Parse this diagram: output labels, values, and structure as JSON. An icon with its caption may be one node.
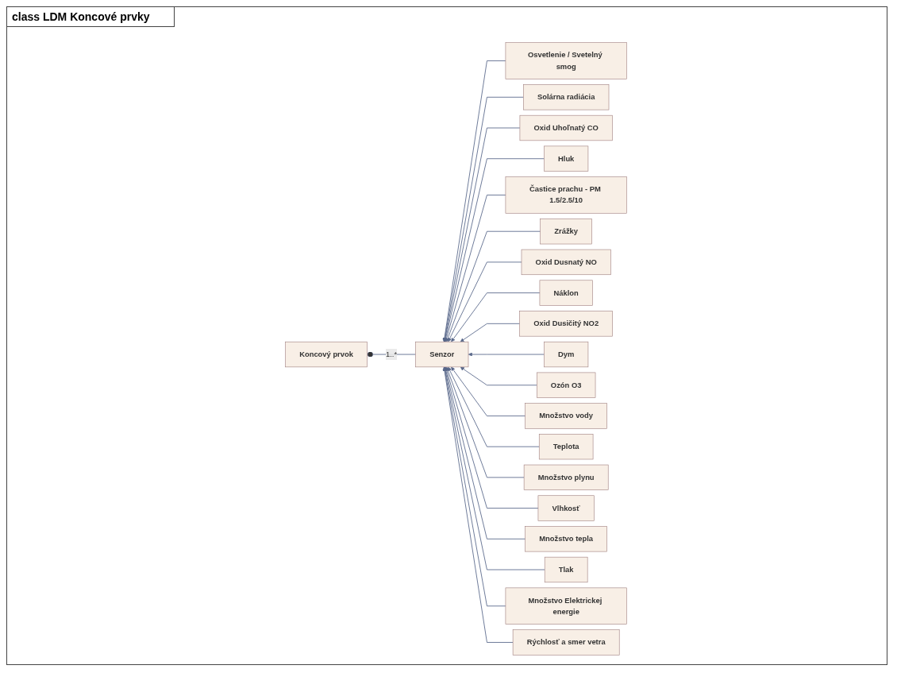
{
  "diagram": {
    "title": "class LDM Koncové prvky",
    "nodes": [
      {
        "text": [
          "Koncový prvok"
        ]
      },
      {
        "text": [
          "Senzor"
        ]
      },
      {
        "text": [
          "Osvetlenie / Svetelný smog"
        ]
      },
      {
        "text": [
          "Solárna radiácia"
        ]
      },
      {
        "text": [
          "Oxid Uhoľnatý CO"
        ]
      },
      {
        "text": [
          "Hluk"
        ]
      },
      {
        "text": [
          "Častice prachu - PM 1.5/2.5/10"
        ]
      },
      {
        "text": [
          "Zrážky"
        ]
      },
      {
        "text": [
          "Oxid Dusnatý NO"
        ]
      },
      {
        "text": [
          "Náklon"
        ]
      },
      {
        "text": [
          "Oxid Dusičitý NO2"
        ]
      },
      {
        "text": [
          "Dym"
        ]
      },
      {
        "text": [
          "Ozón O3"
        ]
      },
      {
        "text": [
          "Množstvo vody"
        ]
      },
      {
        "text": [
          "Teplota"
        ]
      },
      {
        "text": [
          "Množstvo plynu"
        ]
      },
      {
        "text": [
          "Vlhkosť"
        ]
      },
      {
        "text": [
          "Množstvo tepla"
        ]
      },
      {
        "text": [
          "Tlak"
        ]
      },
      {
        "text": [
          "Množstvo Elektrickej energie"
        ]
      },
      {
        "text": [
          "Rýchlosť a smer vetra"
        ]
      }
    ],
    "edges": [
      {
        "from": 1,
        "to": 0,
        "arrow": "other",
        "label": "1..*"
      },
      {
        "from": 2,
        "to": 1,
        "arrow": "to"
      },
      {
        "from": 3,
        "to": 1,
        "arrow": "to"
      },
      {
        "from": 4,
        "to": 1,
        "arrow": "to"
      },
      {
        "from": 5,
        "to": 1,
        "arrow": "to"
      },
      {
        "from": 6,
        "to": 1,
        "arrow": "to"
      },
      {
        "from": 7,
        "to": 1,
        "arrow": "to"
      },
      {
        "from": 8,
        "to": 1,
        "arrow": "to"
      },
      {
        "from": 9,
        "to": 1,
        "arrow": "to"
      },
      {
        "from": 10,
        "to": 1,
        "arrow": "to"
      },
      {
        "from": 11,
        "to": 1,
        "arrow": "to"
      },
      {
        "from": 12,
        "to": 1,
        "arrow": "to"
      },
      {
        "from": 13,
        "to": 1,
        "arrow": "to"
      },
      {
        "from": 14,
        "to": 1,
        "arrow": "to"
      },
      {
        "from": 15,
        "to": 1,
        "arrow": "to"
      },
      {
        "from": 16,
        "to": 1,
        "arrow": "to"
      },
      {
        "from": 17,
        "to": 1,
        "arrow": "to"
      },
      {
        "from": 18,
        "to": 1,
        "arrow": "to"
      },
      {
        "from": 19,
        "to": 1,
        "arrow": "to"
      },
      {
        "from": 20,
        "to": 1,
        "arrow": "to"
      }
    ]
  }
}
